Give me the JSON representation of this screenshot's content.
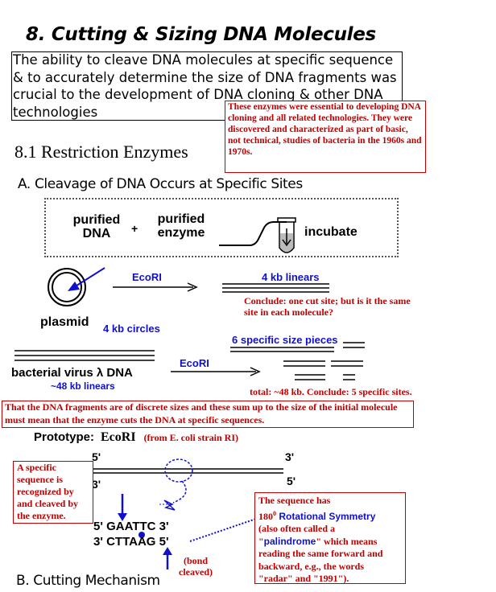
{
  "title": "8. Cutting & Sizing DNA Molecules",
  "intro": "The ability to cleave DNA molecules at specific sequence & to accurately determine the size of DNA fragments was crucial to the development of DNA cloning & other DNA technologies",
  "note_enzymes": "These enzymes were essential to developing DNA cloning and all related technologies.  They were discovered and characterized as part of basic, not technical, studies of bacteria in the 1960s and 1970s.",
  "section_81": "8.1 Restriction Enzymes",
  "section_a": "A. Cleavage of DNA Occurs at Specific Sites",
  "setup": {
    "purified_dna": [
      "purified",
      "DNA"
    ],
    "plus": "+",
    "purified_enzyme": [
      "purified",
      "enzyme"
    ],
    "incubate": "incubate"
  },
  "plasmid": {
    "enzyme": "EcoRI",
    "linears": "4 kb linears",
    "label": "plasmid",
    "size": "4 kb circles",
    "conclude": "Conclude: one cut site; but is it the same site in each molecule?"
  },
  "virus": {
    "pieces": "6 specific size pieces",
    "enzyme": "EcoRI",
    "label": "bacterial virus λ DNA",
    "size": "~48 kb linears",
    "total": "total: ~48 kb.  Conclude: 5 specific sites."
  },
  "note_discrete": "That the DNA fragments are of discrete sizes and these sum up to the size of the initial molecule must mean that the enzyme cuts the DNA at specific sequences.",
  "prototype": {
    "label": "Prototype:",
    "enzyme": "EcoRI",
    "strain": "(from E. coli strain RI)"
  },
  "strands": {
    "top_left": "5'",
    "top_right": "3'",
    "bottom_left": "3'",
    "bottom_right": "5'"
  },
  "note_specific": "A specific sequence is recognized by and cleaved by the enzyme.",
  "sequence": {
    "top": "5' GAATTC 3'",
    "bottom": "3' CTTAAG 5'"
  },
  "bond_note": [
    "(bond",
    "cleaved)"
  ],
  "symmetry": {
    "line1": "The sequence has",
    "line2_num": "180",
    "line2_sup": "0",
    "line2_rest": " Rotational Symmetry",
    "line3": "(also often called a",
    "line4_q1": "\"",
    "line4_word": "palindrome",
    "line4_rest": "\" which means",
    "line5": "reading the same forward and",
    "line6": "backward, e.g., the words",
    "line7": "\"radar\" and \"1991\")."
  },
  "section_b": "B. Cutting Mechanism",
  "colors": {
    "note_red": "#c00000",
    "blue": "#1010cc",
    "black": "#000000"
  },
  "icons": [
    "plasmid-circle-icon",
    "test-tube-icon",
    "arrow-icon"
  ]
}
